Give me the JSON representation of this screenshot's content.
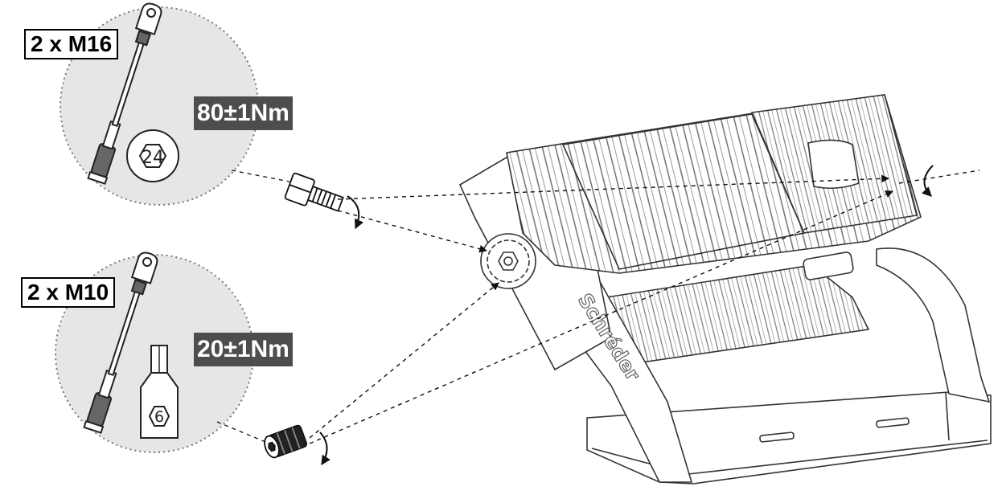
{
  "steps": [
    {
      "bolt_label": "2 x M16",
      "torque": "80±1Nm",
      "socket_size": "24",
      "tool_icon": "torque-wrench-icon",
      "bit_icon": "hex-socket-icon"
    },
    {
      "bolt_label": "2 x M10",
      "torque": "20±1Nm",
      "socket_size": "6",
      "tool_icon": "torque-wrench-icon",
      "bit_icon": "hex-key-bit-icon"
    }
  ],
  "brand": "Schréder",
  "colors": {
    "torque_bg": "#4d4d4d",
    "circle_bg": "#e6e6e6",
    "line": "#1a1a1a"
  }
}
